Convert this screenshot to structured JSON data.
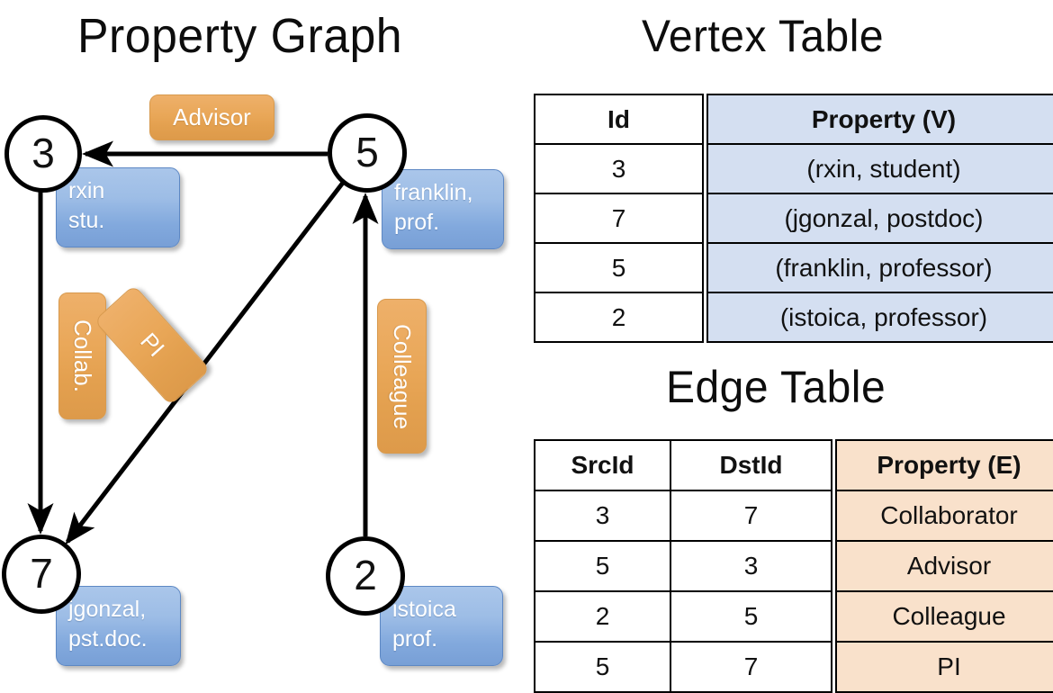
{
  "titles": {
    "property_graph": "Property Graph",
    "vertex_table": "Vertex Table",
    "edge_table": "Edge Table"
  },
  "colors": {
    "vertex_property_fill": "#d4dff1",
    "edge_property_fill": "#f9e1cb",
    "node_box_blue": "#9dbde6",
    "edge_label_orange": "#e9a758",
    "stroke": "#000000"
  },
  "graph": {
    "nodes": [
      {
        "id": "3",
        "property_line1": "rxin",
        "property_line2": "stu."
      },
      {
        "id": "5",
        "property_line1": "franklin,",
        "property_line2": "prof."
      },
      {
        "id": "7",
        "property_line1": "jgonzal,",
        "property_line2": "pst.doc."
      },
      {
        "id": "2",
        "property_line1": "istoica",
        "property_line2": "prof."
      }
    ],
    "edge_labels": [
      {
        "name": "advisor",
        "text": "Advisor"
      },
      {
        "name": "collab",
        "text": "Collab."
      },
      {
        "name": "pi",
        "text": "PI"
      },
      {
        "name": "colleague",
        "text": "Colleague"
      }
    ]
  },
  "vertex_table": {
    "headers": [
      "Id",
      "Property (V)"
    ],
    "rows": [
      {
        "id": "3",
        "property": "(rxin, student)"
      },
      {
        "id": "7",
        "property": "(jgonzal, postdoc)"
      },
      {
        "id": "5",
        "property": "(franklin, professor)"
      },
      {
        "id": "2",
        "property": "(istoica, professor)"
      }
    ]
  },
  "edge_table": {
    "headers": [
      "SrcId",
      "DstId",
      "Property (E)"
    ],
    "rows": [
      {
        "src": "3",
        "dst": "7",
        "property": "Collaborator"
      },
      {
        "src": "5",
        "dst": "3",
        "property": "Advisor"
      },
      {
        "src": "2",
        "dst": "5",
        "property": "Colleague"
      },
      {
        "src": "5",
        "dst": "7",
        "property": "PI"
      }
    ]
  }
}
